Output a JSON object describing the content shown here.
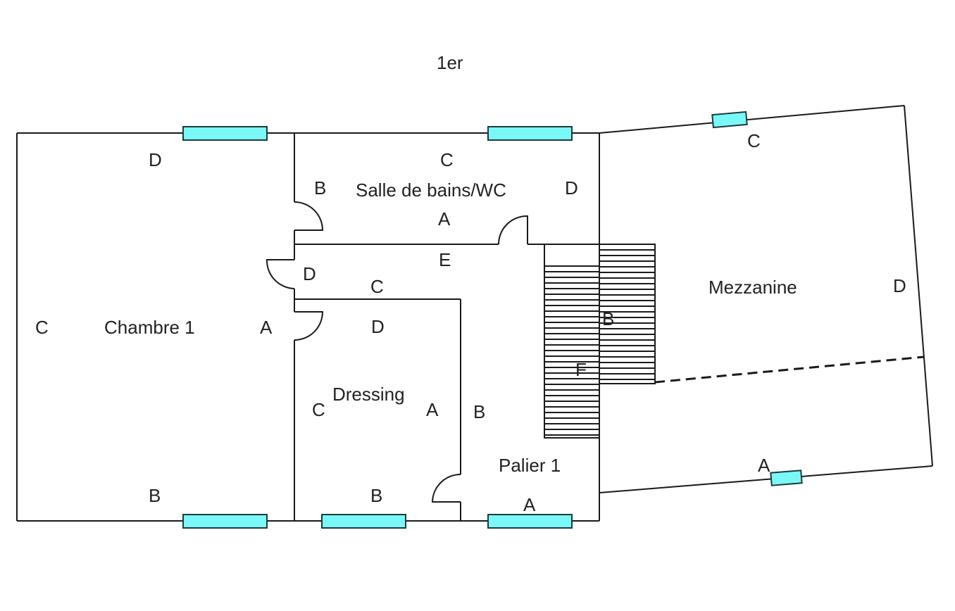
{
  "title": "1er",
  "colors": {
    "window_fill": "#7af8f8",
    "wall": "#1a1a1a",
    "text": "#222222"
  },
  "rooms": {
    "chambre1": "Chambre 1",
    "sdb": "Salle de bains/WC",
    "dressing": "Dressing",
    "palier": "Palier 1",
    "mezzanine": "Mezzanine"
  },
  "wall_labels": {
    "chambre1": {
      "top": "D",
      "left": "C",
      "right": "A",
      "bottom": "B"
    },
    "sdb": {
      "top": "C",
      "left": "B",
      "right": "D",
      "bottom": "A"
    },
    "corridor": {
      "top": "E",
      "left": "D",
      "bottom": "C"
    },
    "dressing": {
      "top": "D",
      "left": "C",
      "right": "A",
      "bottom": "B"
    },
    "palier": {
      "left": "B",
      "bottom": "A",
      "stair_left": "F",
      "stair_right": "B"
    },
    "mezzanine": {
      "top": "C",
      "right": "D",
      "bottom": "A"
    }
  }
}
